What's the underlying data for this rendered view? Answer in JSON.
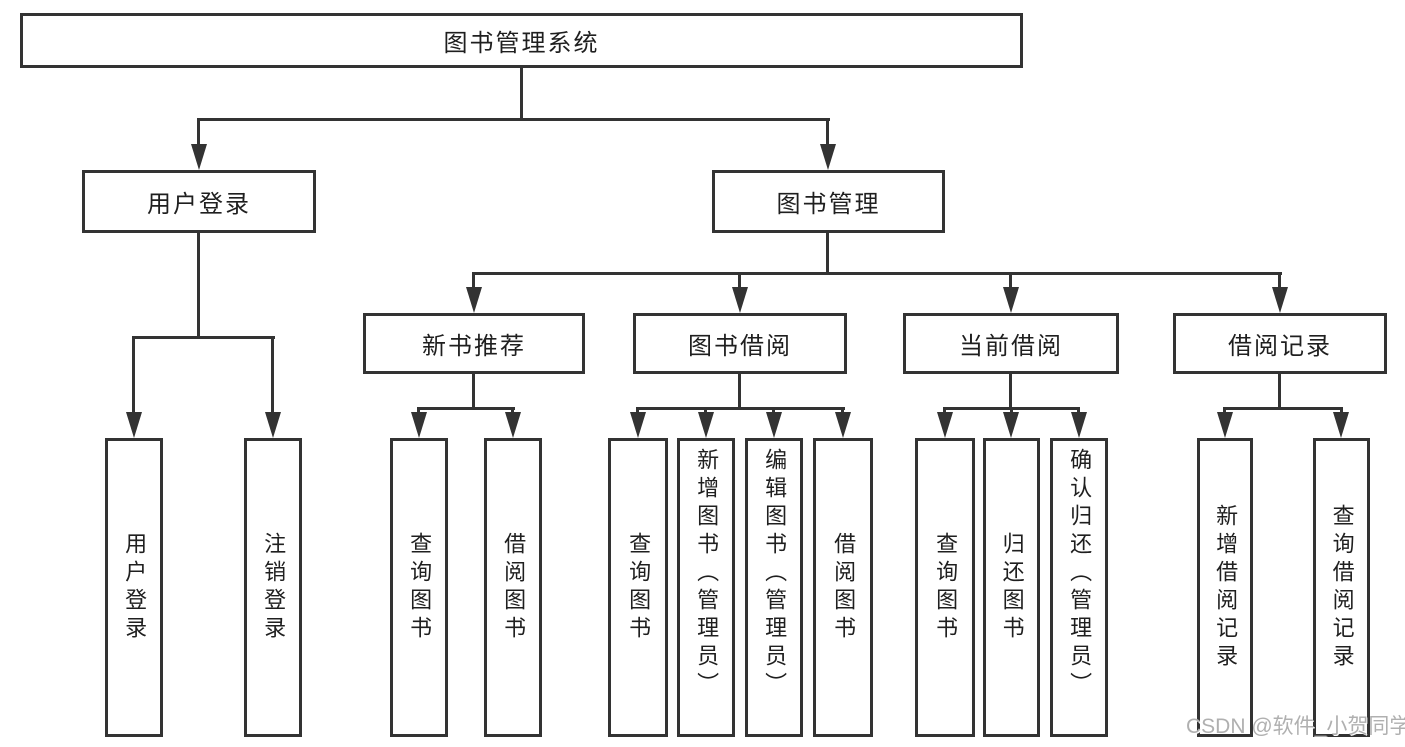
{
  "colors": {
    "line": "#333333",
    "text": "#1f1f1f",
    "background": "#ffffff",
    "watermark": "#b0b0b0"
  },
  "tree": {
    "label": "图书管理系统",
    "children": [
      {
        "label": "用户登录",
        "children": [
          {
            "label": "用户登录"
          },
          {
            "label": "注销登录"
          }
        ]
      },
      {
        "label": "图书管理",
        "children": [
          {
            "label": "新书推荐",
            "children": [
              {
                "label": "查询图书"
              },
              {
                "label": "借阅图书"
              }
            ]
          },
          {
            "label": "图书借阅",
            "children": [
              {
                "label": "查询图书"
              },
              {
                "label": "新增图书（管理员）"
              },
              {
                "label": "编辑图书（管理员）"
              },
              {
                "label": "借阅图书"
              }
            ]
          },
          {
            "label": "当前借阅",
            "children": [
              {
                "label": "查询图书"
              },
              {
                "label": "归还图书"
              },
              {
                "label": "确认归还（管理员）"
              }
            ]
          },
          {
            "label": "借阅记录",
            "children": [
              {
                "label": "新增借阅记录"
              },
              {
                "label": "查询借阅记录"
              }
            ]
          }
        ]
      }
    ]
  },
  "watermark": {
    "text": "CSDN @软件_小贺同学"
  }
}
